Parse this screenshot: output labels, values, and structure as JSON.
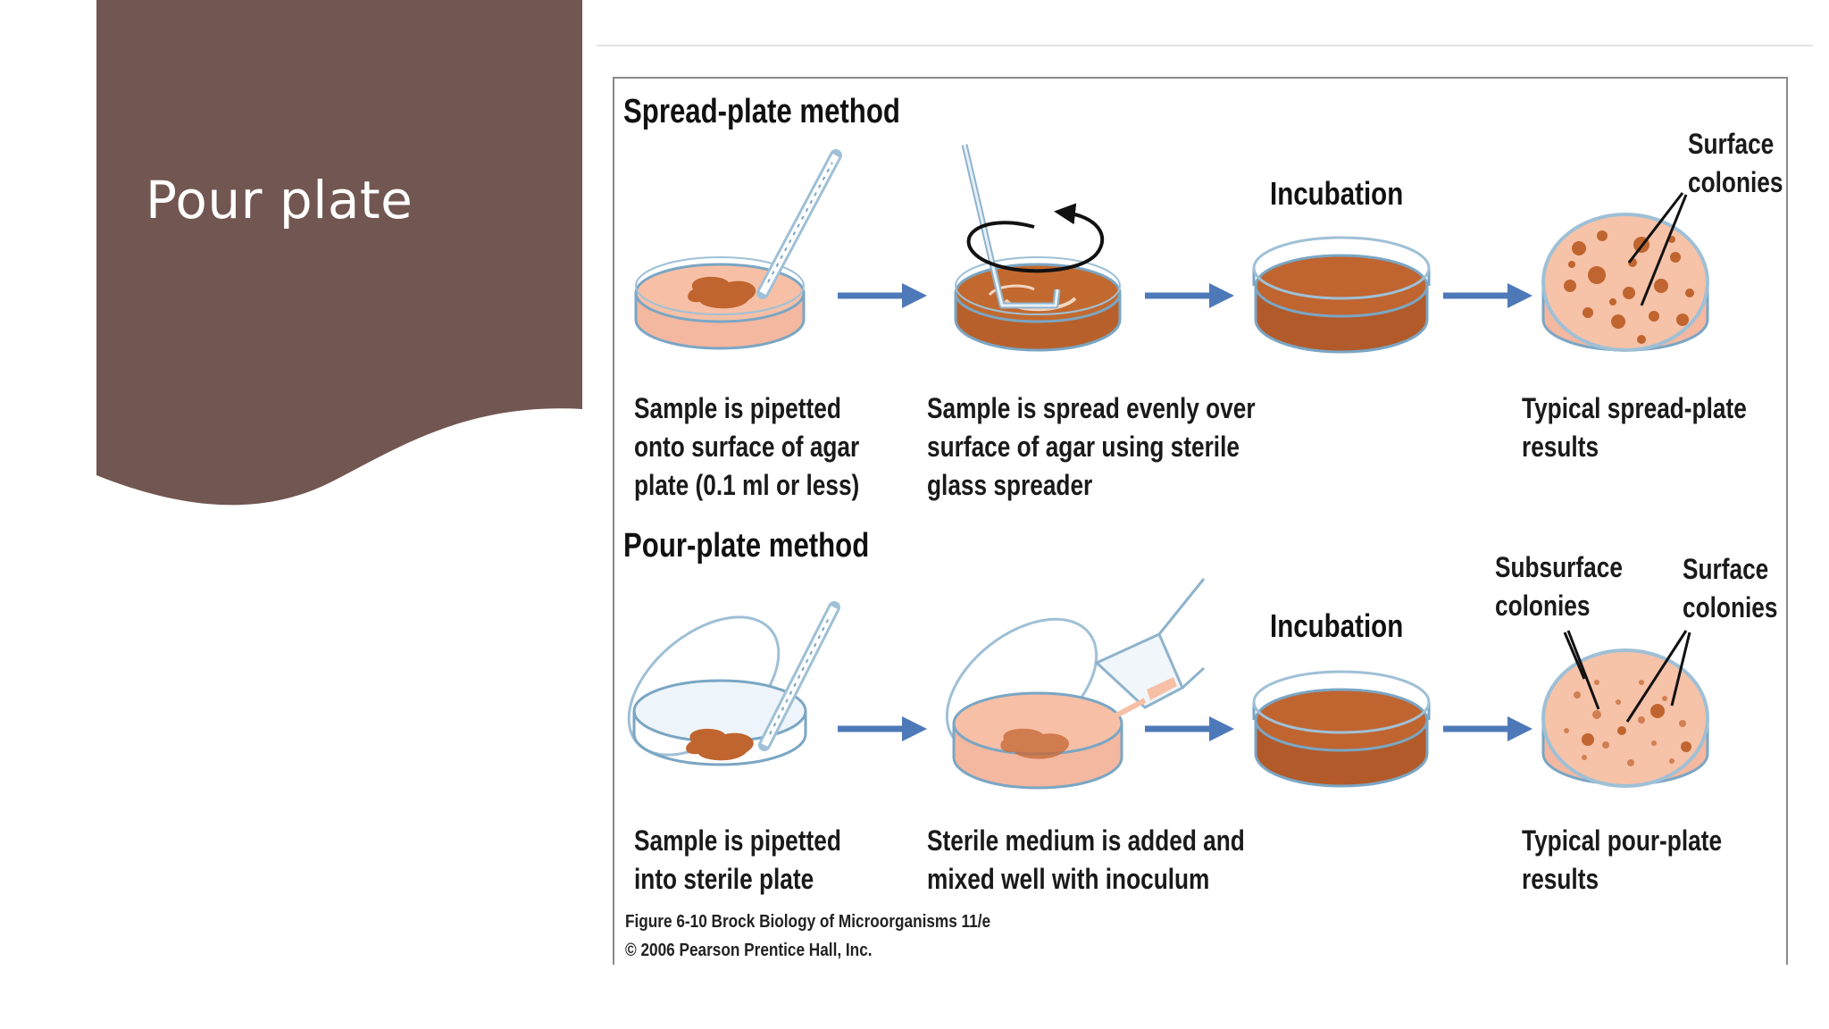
{
  "slide": {
    "title": "Pour plate"
  },
  "figure": {
    "spread": {
      "heading": "Spread-plate method",
      "incubation": "Incubation",
      "surface_label": [
        "Surface",
        "colonies"
      ],
      "captions": [
        [
          "Sample is pipetted",
          "onto surface of agar",
          "plate (0.1 ml or less)"
        ],
        [
          "Sample is spread evenly over",
          "surface of agar using sterile",
          "glass spreader"
        ],
        [
          "Typical spread-plate",
          "results"
        ]
      ]
    },
    "pour": {
      "heading": "Pour-plate method",
      "incubation": "Incubation",
      "subsurface_label": [
        "Subsurface",
        "colonies"
      ],
      "surface_label": [
        "Surface",
        "colonies"
      ],
      "captions": [
        [
          "Sample is pipetted",
          "into sterile plate"
        ],
        [
          "Sterile medium is added and",
          "mixed well with inoculum"
        ],
        [
          "Typical pour-plate",
          "results"
        ]
      ]
    },
    "credit": [
      "Figure 6-10  Brock Biology of Microorganisms 11/e",
      "© 2006 Pearson Prentice Hall, Inc."
    ]
  },
  "colors": {
    "panel": "#725651",
    "agar_light": "#f7c0a6",
    "agar_dark": "#b8602c",
    "sample": "#c0652f",
    "arrow": "#4e79b8",
    "glass": "#7aa6c4"
  }
}
